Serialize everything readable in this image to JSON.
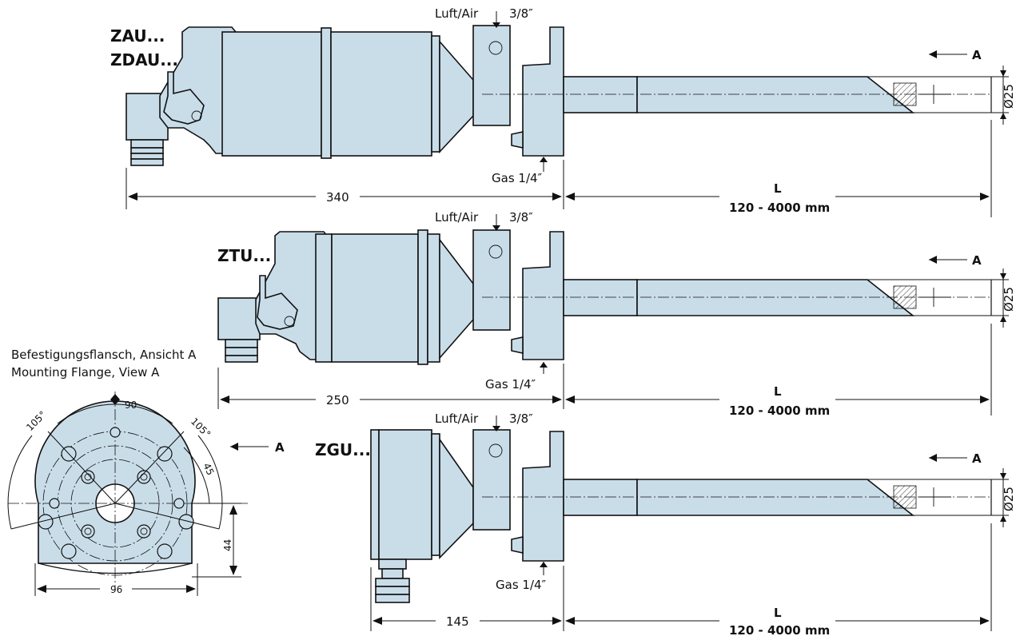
{
  "variants": [
    {
      "models": [
        "ZAU...",
        "ZDAU..."
      ],
      "air_label": "Luft/Air",
      "air_size": "3/8″",
      "gas_label": "Gas 1/4″",
      "body_length": "340",
      "tube_length_label": "L",
      "tube_length_range": "120 - 4000 mm",
      "diameter": "Ø25",
      "view_label": "A"
    },
    {
      "models": [
        "ZTU..."
      ],
      "air_label": "Luft/Air",
      "air_size": "3/8″",
      "gas_label": "Gas 1/4″",
      "body_length": "250",
      "tube_length_label": "L",
      "tube_length_range": "120 - 4000 mm",
      "diameter": "Ø25",
      "view_label": "A"
    },
    {
      "models": [
        "ZGU..."
      ],
      "air_label": "Luft/Air",
      "air_size": "3/8″",
      "gas_label": "Gas 1/4″",
      "body_length": "145",
      "tube_length_label": "L",
      "tube_length_range": "120 - 4000 mm",
      "diameter": "Ø25",
      "view_label": "A"
    }
  ],
  "flange": {
    "title_de": "Befestigungsflansch, Ansicht A",
    "title_en": "Mounting Flange, View A",
    "view_label": "A",
    "angle_top": "90",
    "angle_left": "105°",
    "angle_right": "105°",
    "angle_small": "45",
    "height": "44",
    "width": "96"
  },
  "colors": {
    "body": "#c9dde9",
    "line": "#111111"
  }
}
